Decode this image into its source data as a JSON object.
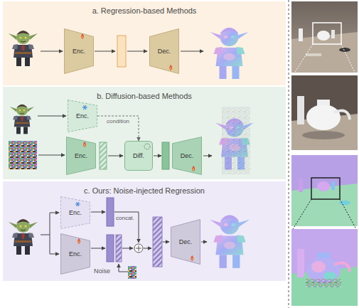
{
  "diagram": {
    "nodes": [
      {
        "text": [
          "a. Regression-based Methods"
        ]
      },
      {
        "text": [
          "Enc."
        ],
        "in": 0
      },
      {
        "text": [
          "Dec."
        ],
        "in": 0
      },
      {
        "text": [
          "b. Diffusion-based Methods"
        ]
      },
      {
        "text": [
          "Enc."
        ],
        "in": 3
      },
      {
        "text": [
          "Enc."
        ],
        "in": 3
      },
      {
        "text": [
          "Diff."
        ],
        "in": 3
      },
      {
        "text": [
          "Dec."
        ],
        "in": 3
      },
      {
        "text": [
          "c. Ours: Noise-injected Regression"
        ]
      },
      {
        "text": [
          "Enc."
        ],
        "in": 8
      },
      {
        "text": [
          "Enc."
        ],
        "in": 8
      },
      {
        "text": [
          "Dec."
        ],
        "in": 8
      }
    ],
    "edges": [
      {
        "from": 4,
        "to": 6,
        "arrow": "to",
        "label": "condition"
      }
    ],
    "labels": [
      "concat.",
      "Noise"
    ]
  }
}
